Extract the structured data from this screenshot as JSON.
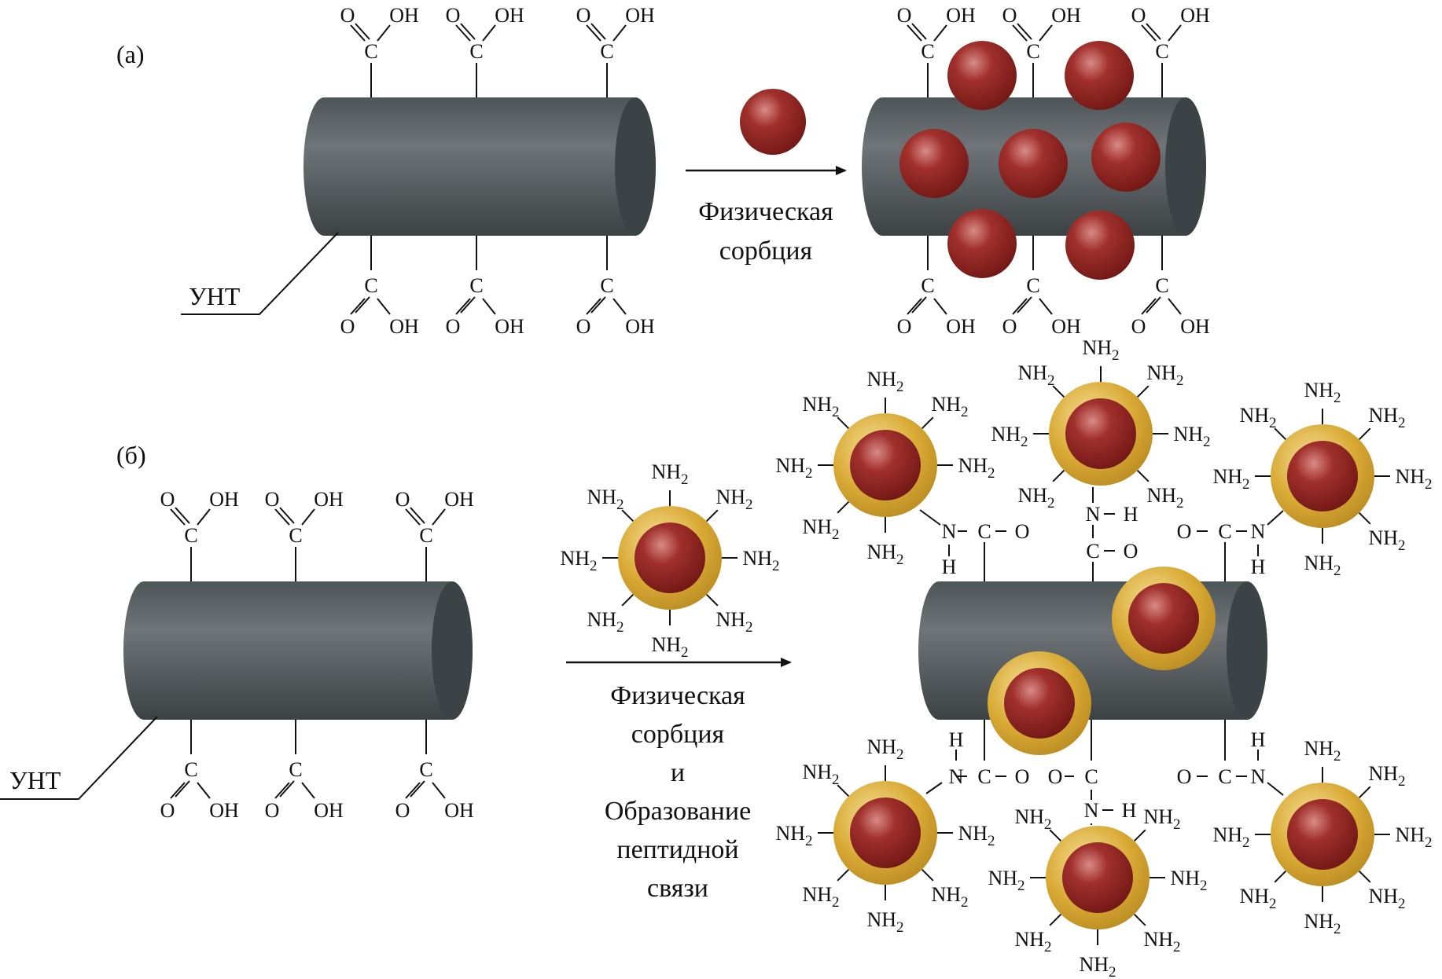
{
  "panel_a": {
    "label": "(a)",
    "cnt_label": "УНТ",
    "process_label_line1": "Физическая",
    "process_label_line2": "сорбция"
  },
  "panel_b": {
    "label": "(б)",
    "cnt_label": "УНТ",
    "process_lines": [
      "Физическая",
      "сорбция",
      "и",
      "Образование",
      "пептидной",
      "связи"
    ]
  },
  "chemistry": {
    "oxygen": "O",
    "hydroxyl": "OH",
    "carbon": "C",
    "amine": "NH",
    "amine_subscript": "2",
    "nitrogen": "N",
    "hydrogen": "H",
    "dash": "−",
    "bond": "–"
  },
  "colors": {
    "tube_body": "#5d6366",
    "tube_end": "#3d4346",
    "particle": "#8e2422",
    "particle_highlight": "#c46a66",
    "shell": "#d6a630",
    "shell_highlight": "#f3d98a"
  }
}
